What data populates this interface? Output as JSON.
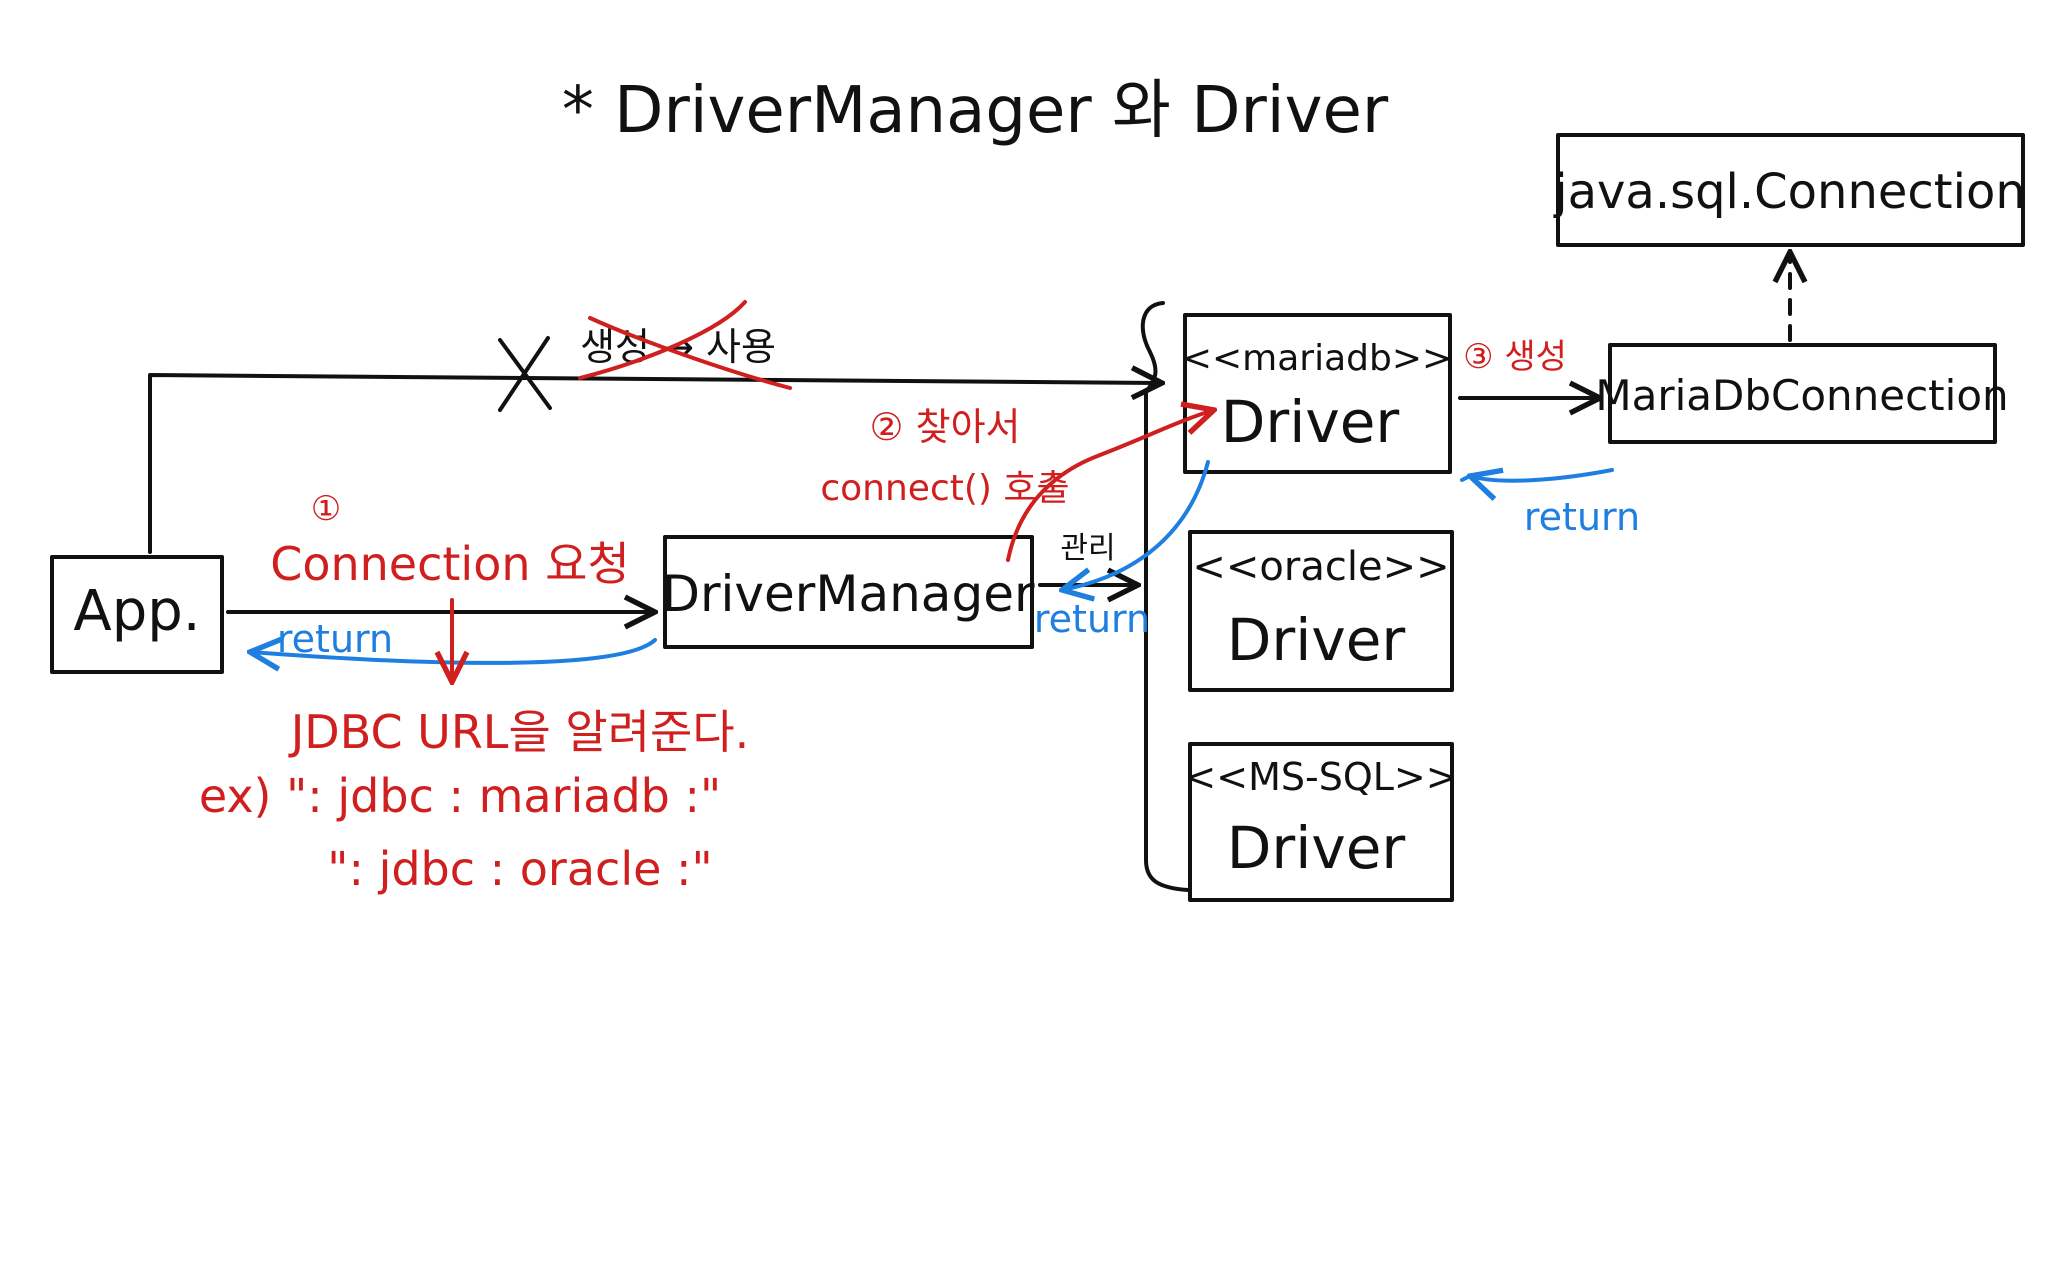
{
  "title": "* DriverManager 와 Driver",
  "colors": {
    "ink": "#111111",
    "red": "#d01f1f",
    "blue": "#1e7fe0",
    "background": "#ffffff"
  },
  "nodes": {
    "app": "App.",
    "driver_manager": "DriverManager",
    "mariadb_driver": {
      "stereotype": "<<mariadb>>",
      "name": "Driver"
    },
    "oracle_driver": {
      "stereotype": "<<oracle>>",
      "name": "Driver"
    },
    "mssql_driver": {
      "stereotype": "<<MS-SQL>>",
      "name": "Driver"
    },
    "maria_connection": "MariaDbConnection",
    "java_connection": "java.sql.Connection"
  },
  "labels": {
    "step1_number": "①",
    "step1_text": "Connection 요청",
    "crossed_text": "생성 → 사용",
    "step2_line1": "② 찾아서",
    "step2_line2": "connect() 호출",
    "manage": "관리",
    "step3": "③ 생성",
    "return": "return",
    "jdbc_note_line1": "JDBC URL을 알려준다.",
    "jdbc_note_line2": "ex) \": jdbc : mariadb :\"",
    "jdbc_note_line3": "\": jdbc : oracle :\""
  }
}
